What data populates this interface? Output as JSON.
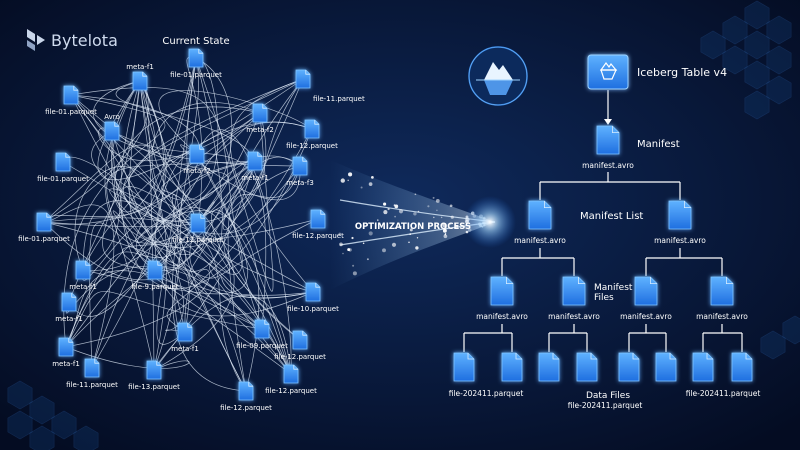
{
  "brand": {
    "name": "Bytelota",
    "logo_icon": "bytelota-logo-icon"
  },
  "colors": {
    "background": "#06122e",
    "file_icon": "#2f8dff",
    "file_icon_glow": "#7fc4ff",
    "line": "#dfe9f7",
    "text": "#ffffff",
    "hex_tile": "#123a70"
  },
  "left": {
    "title": "Current State",
    "files": [
      {
        "label": "file-01.parquet",
        "label_pos": "below"
      },
      {
        "label": "file-11.parquet",
        "label_pos": "right"
      },
      {
        "label": "meta-f1",
        "label_pos": "above"
      },
      {
        "label": "file-01.parquet",
        "label_pos": "below"
      },
      {
        "label": "meta-f2",
        "label_pos": "below"
      },
      {
        "label": "file-12.parquet",
        "label_pos": "below"
      },
      {
        "label": "Avro",
        "label_pos": "above"
      },
      {
        "label": "meta-f2",
        "label_pos": "below"
      },
      {
        "label": "meta-f1",
        "label_pos": "below"
      },
      {
        "label": "meta-f3",
        "label_pos": "below"
      },
      {
        "label": "file-01.parquet",
        "label_pos": "below"
      },
      {
        "label": "file-01.parquet",
        "label_pos": "below"
      },
      {
        "label": "file-12.parquet",
        "label_pos": "below"
      },
      {
        "label": "file-12.parquet",
        "label_pos": "below"
      },
      {
        "label": "meta-f1",
        "label_pos": "below"
      },
      {
        "label": "file-9.parquet",
        "label_pos": "below"
      },
      {
        "label": "meta-f1",
        "label_pos": "below"
      },
      {
        "label": "file-10.parquet",
        "label_pos": "below"
      },
      {
        "label": "file-09.parquet",
        "label_pos": "below"
      },
      {
        "label": "meta-f1",
        "label_pos": "below"
      },
      {
        "label": "meta-f1",
        "label_pos": "below"
      },
      {
        "label": "file-12.parquet",
        "label_pos": "below"
      },
      {
        "label": "file-11.parquet",
        "label_pos": "below"
      },
      {
        "label": "file-13.parquet",
        "label_pos": "below"
      },
      {
        "label": "file-12.parquet",
        "label_pos": "below"
      },
      {
        "label": "file-12.parquet",
        "label_pos": "below"
      }
    ]
  },
  "process": {
    "label": "OPTIMIZATION PROCESS"
  },
  "right": {
    "root": {
      "label": "Iceberg Table v4",
      "icon": "iceberg-icon"
    },
    "manifest": {
      "label": "Manifest",
      "file": "manifest.avro"
    },
    "manifest_list": {
      "label": "Manifest List",
      "files": [
        "manifest.avro",
        "manifest.avro"
      ]
    },
    "manifest_files": {
      "label": "Manifest Files",
      "files": [
        "manifest.avro",
        "manifest.avro",
        "manifest.avro",
        "manifest.avro"
      ]
    },
    "data_files": {
      "label": "Data Files",
      "labels": [
        "file-202411.parquet",
        "file-202411.parquet",
        "file-202411.parquet"
      ]
    }
  },
  "decorations": {
    "badge_icon": "iceberg-badge-icon"
  }
}
